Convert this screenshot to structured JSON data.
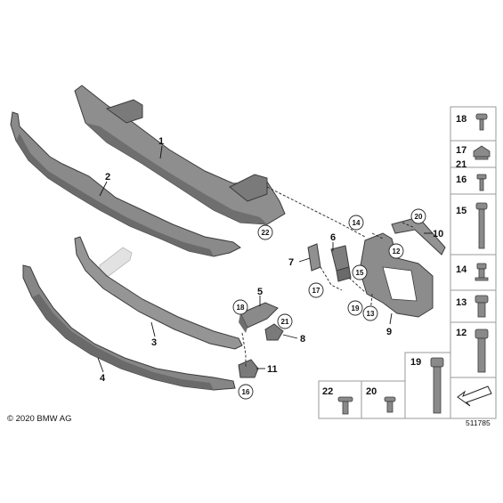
{
  "diagram": {
    "callouts": {
      "p1": "1",
      "p2": "2",
      "p3": "3",
      "p4": "4",
      "p5": "5",
      "p6": "6",
      "p7": "7",
      "p8": "8",
      "p9": "9",
      "p10": "10",
      "p11": "11",
      "c12": "12",
      "c13": "13",
      "c14": "14",
      "c15": "15",
      "c16": "16",
      "c17": "17",
      "c18": "18",
      "c19": "19",
      "c20": "20",
      "c21": "21",
      "c22": "22"
    },
    "fastener_table": {
      "r18": "18",
      "r17": "17",
      "r21": "21",
      "r16": "16",
      "r15": "15",
      "r14": "14",
      "r13": "13",
      "r12": "12",
      "r19": "19",
      "r22": "22",
      "r20": "20"
    },
    "copyright": "© 2020 BMW AG",
    "reference_number": "511785"
  }
}
